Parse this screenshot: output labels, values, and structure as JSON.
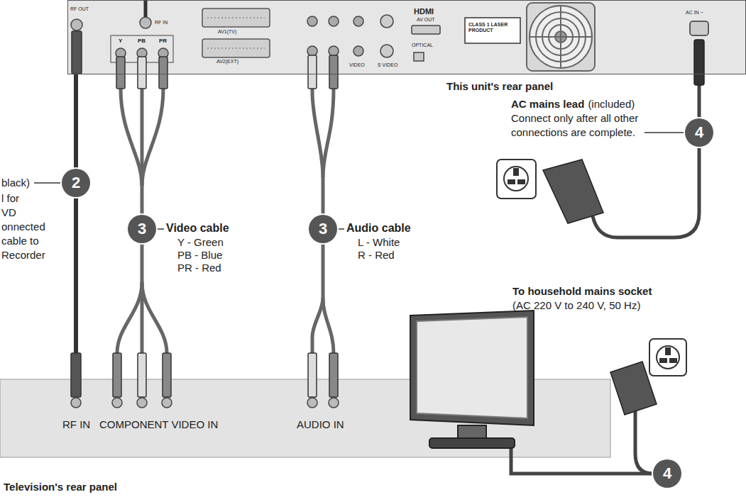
{
  "diagram": {
    "nodes": [
      {
        "text": [
          "This unit's rear panel"
        ]
      },
      {
        "text": [
          "Television's rear panel"
        ]
      }
    ],
    "edges": [
      {
        "from": 0,
        "to": 1,
        "label": "2",
        "arrow": "none"
      },
      {
        "from": 0,
        "to": 1,
        "label": "3",
        "arrow": "none"
      },
      {
        "from": 0,
        "to": 1,
        "label": "3",
        "arrow": "none"
      }
    ],
    "labels": [
      "RF OUT",
      "RF IN",
      "AV1(TV)",
      "AV2(EXT)",
      "Y",
      "PB",
      "PR",
      "VIDEO",
      "S VIDEO",
      "HDMI",
      "AV OUT",
      "OPTICAL",
      "CLASS 1 LASER PRODUCT",
      "AC IN ~",
      "AC mains lead",
      "(included)",
      "Connect only after all other",
      "connections are complete.",
      "4",
      "black)",
      "l for",
      "VD",
      "onnected",
      "cable to",
      "Recorder",
      "Video cable",
      "Y - Green",
      "PB - Blue",
      "PR - Red",
      "Audio cable",
      "L - White",
      "R - Red",
      "To household mains socket",
      "(AC 220 V to 240 V, 50 Hz)",
      "RF IN",
      "COMPONENT VIDEO IN",
      "AUDIO IN",
      "4"
    ]
  }
}
